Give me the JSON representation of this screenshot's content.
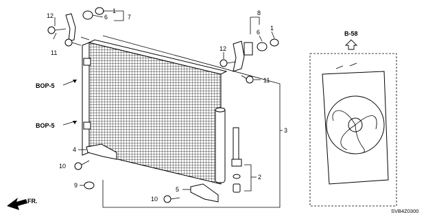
{
  "callouts": {
    "c12a": "12",
    "c11a": "11",
    "c1a": "1",
    "c6a": "6",
    "c7": "7",
    "c8": "8",
    "c6b": "6",
    "c1b": "1",
    "c12b": "12",
    "c11b": "11",
    "c3": "3",
    "c2": "2",
    "c4": "4",
    "c10a": "10",
    "c9": "9",
    "c5": "5",
    "c10b": "10"
  },
  "refs": {
    "bop_upper": "BOP-5",
    "bop_lower": "BOP-5",
    "b58": "B-58"
  },
  "direction_label": "FR.",
  "diagram_code": "SVB4Z0300"
}
